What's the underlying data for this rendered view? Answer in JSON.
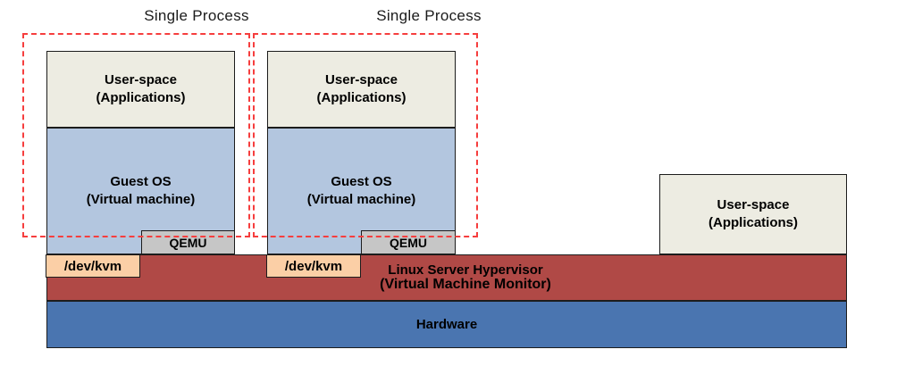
{
  "labels": {
    "single_process_1": "Single Process",
    "single_process_2": "Single Process"
  },
  "stacks": [
    {
      "user_space_line1": "User-space",
      "user_space_line2": "(Applications)",
      "guest_os_line1": "Guest OS",
      "guest_os_line2": "(Virtual machine)",
      "qemu_label": "QEMU",
      "dev_kvm_label": "/dev/kvm"
    },
    {
      "user_space_line1": "User-space",
      "user_space_line2": "(Applications)",
      "guest_os_line1": "Guest OS",
      "guest_os_line2": "(Virtual machine)",
      "qemu_label": "QEMU",
      "dev_kvm_label": "/dev/kvm"
    }
  ],
  "host": {
    "user_space_line1": "User-space",
    "user_space_line2": "(Applications)",
    "hypervisor_line1": "Linux Server Hypervisor",
    "hypervisor_line2": "(Virtual Machine Monitor)",
    "hardware_label": "Hardware"
  },
  "colors": {
    "user_space_fill": "#edece2",
    "guest_os_fill": "#b3c6df",
    "qemu_fill": "#c6c6c6",
    "dev_kvm_fill": "#fbcfa6",
    "hypervisor_fill": "#b04946",
    "hardware_fill": "#4a75b0",
    "process_outline": "#f63e3e",
    "box_border": "#1c1c1c"
  }
}
